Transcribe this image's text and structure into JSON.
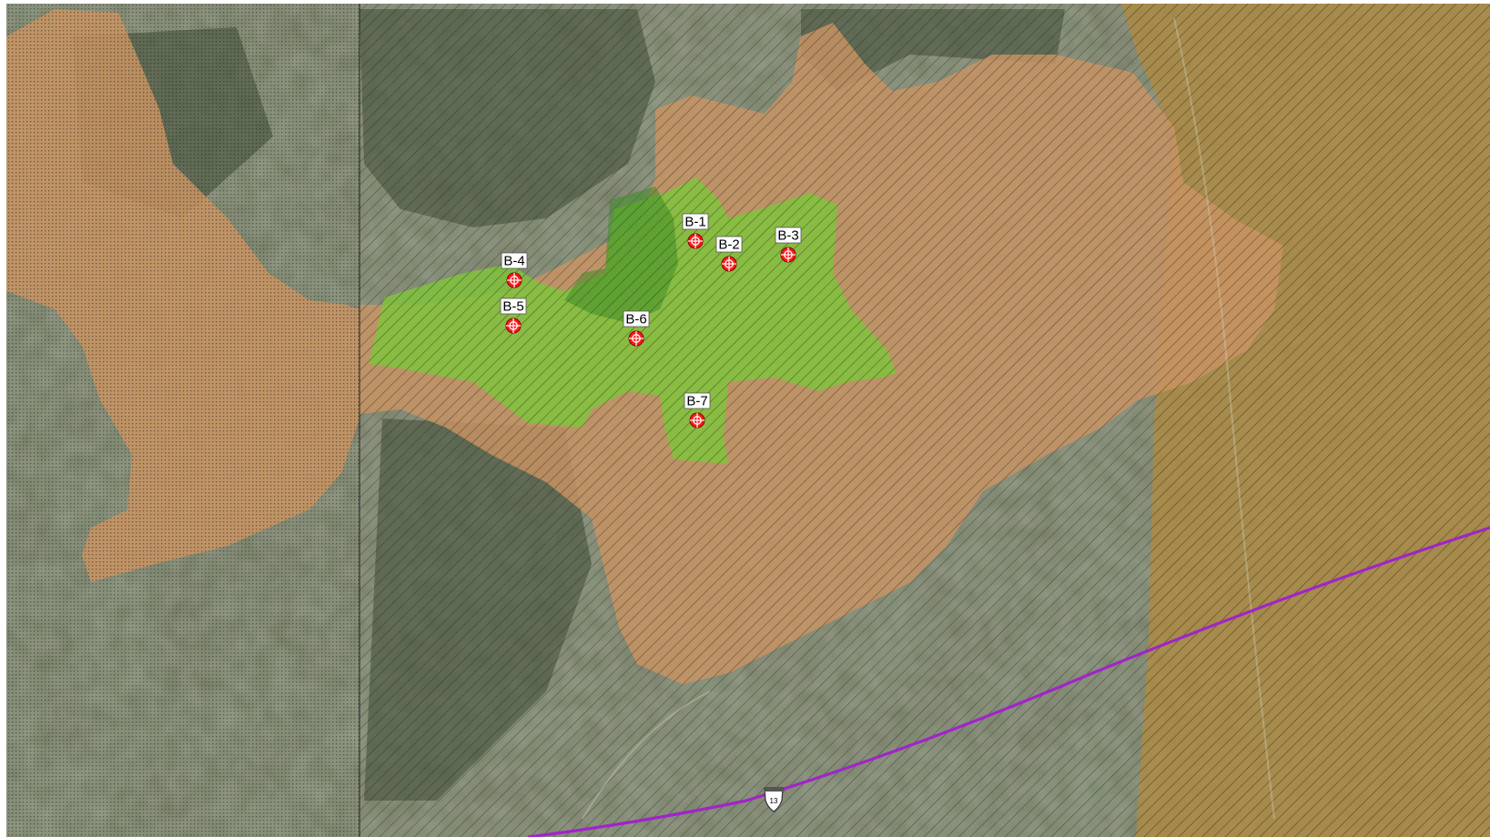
{
  "map": {
    "colors": {
      "imagery_base": "#6f7760",
      "imagery_dark": "#4a563f",
      "brown_overlay": "#c8956a",
      "green_overlay": "#7ec23c",
      "green_dark": "#4f9a2a",
      "tan_overlay": "#b08a3e",
      "road": "#a020c8",
      "boring_marker": "#ff1a1a"
    },
    "borings": [
      {
        "id": "B-1",
        "label": "B-1"
      },
      {
        "id": "B-2",
        "label": "B-2"
      },
      {
        "id": "B-3",
        "label": "B-3"
      },
      {
        "id": "B-4",
        "label": "B-4"
      },
      {
        "id": "B-5",
        "label": "B-5"
      },
      {
        "id": "B-6",
        "label": "B-6"
      },
      {
        "id": "B-7",
        "label": "B-7"
      }
    ],
    "route_shield": {
      "label": "13"
    }
  }
}
